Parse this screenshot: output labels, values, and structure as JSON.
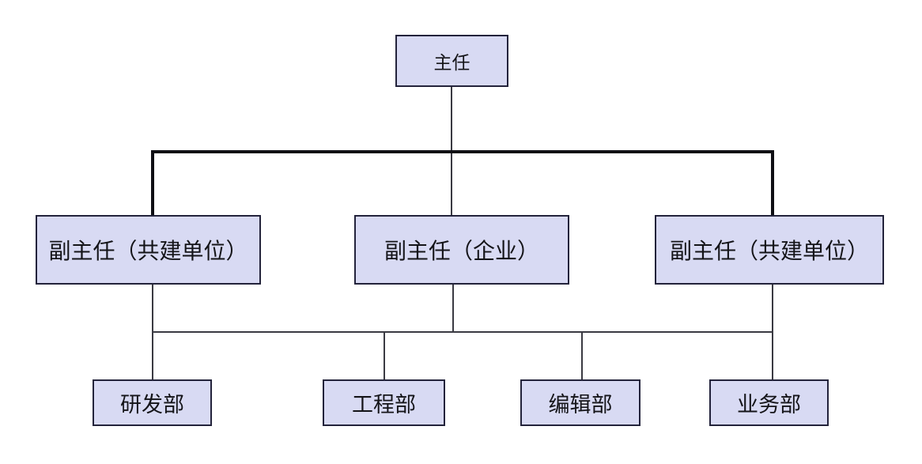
{
  "diagram": {
    "type": "org-chart",
    "nodes": [
      {
        "id": "director",
        "level": 1,
        "label": "主任"
      },
      {
        "id": "deputy-left",
        "level": 2,
        "label": "副主任（共建单位）"
      },
      {
        "id": "deputy-center",
        "level": 2,
        "label": "副主任（企业）"
      },
      {
        "id": "deputy-right",
        "level": 2,
        "label": "副主任（共建单位）"
      },
      {
        "id": "dept-rd",
        "level": 3,
        "label": "研发部"
      },
      {
        "id": "dept-eng",
        "level": 3,
        "label": "工程部"
      },
      {
        "id": "dept-edit",
        "level": 3,
        "label": "编辑部"
      },
      {
        "id": "dept-biz",
        "level": 3,
        "label": "业务部"
      }
    ],
    "edges": [
      {
        "from": "director",
        "to": "deputy-left"
      },
      {
        "from": "director",
        "to": "deputy-center"
      },
      {
        "from": "director",
        "to": "deputy-right"
      },
      {
        "from": "deputies",
        "to": "dept-rd"
      },
      {
        "from": "deputies",
        "to": "dept-eng"
      },
      {
        "from": "deputies",
        "to": "dept-edit"
      },
      {
        "from": "deputies",
        "to": "dept-biz"
      }
    ],
    "colors": {
      "background": "#ffffff",
      "node_fill": "#d8daf3",
      "node_border": "#23233b",
      "connector_thin": "#3a3a42",
      "connector_bold": "#0f0f14",
      "text": "#141418"
    }
  }
}
